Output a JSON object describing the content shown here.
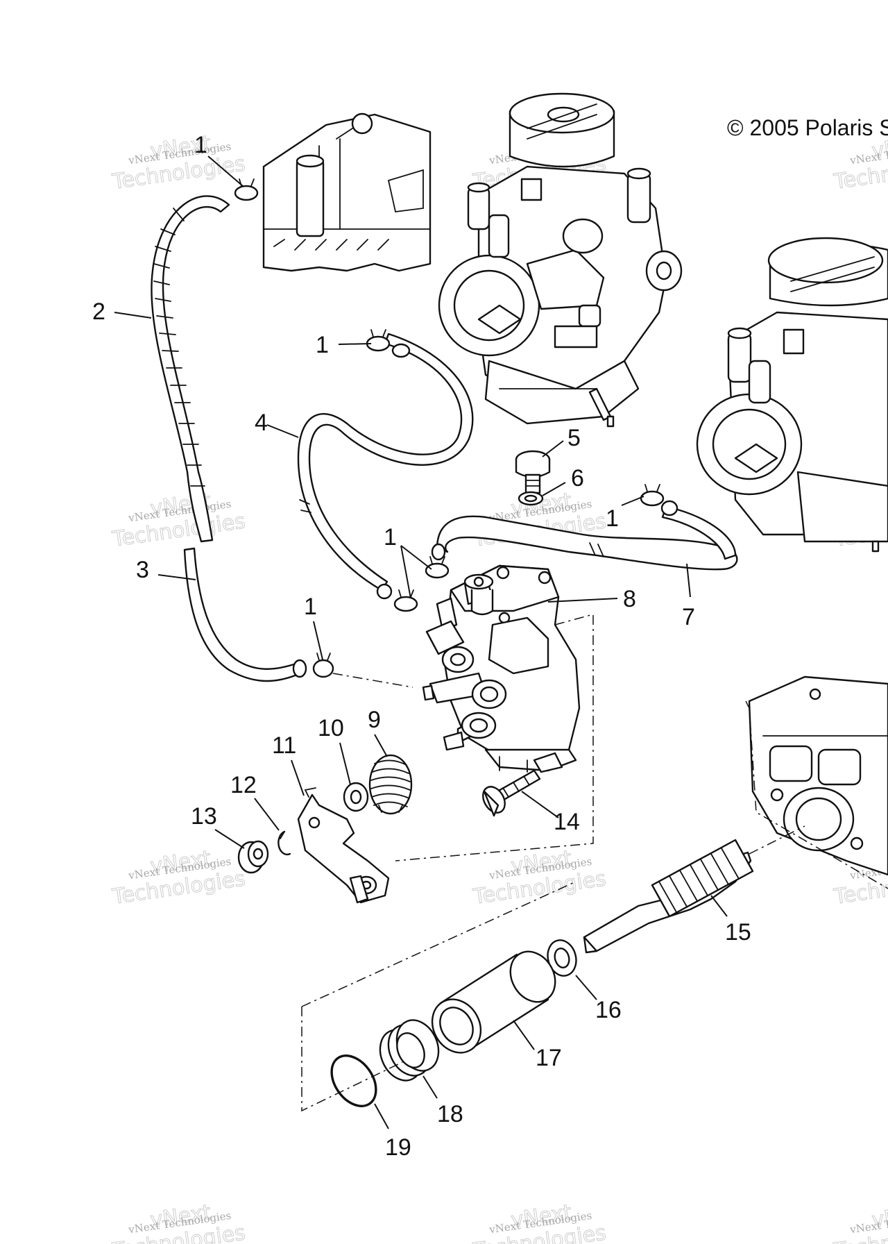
{
  "copyright": "© 2005 Polaris S",
  "watermark": {
    "line1": "vNext Technologies",
    "line2": "vNext",
    "line3": "Technologies"
  },
  "callouts": [
    "1",
    "1",
    "1",
    "1",
    "1",
    "2",
    "3",
    "4",
    "5",
    "6",
    "7",
    "8",
    "9",
    "10",
    "11",
    "12",
    "13",
    "14",
    "15",
    "16",
    "17",
    "18",
    "19"
  ]
}
